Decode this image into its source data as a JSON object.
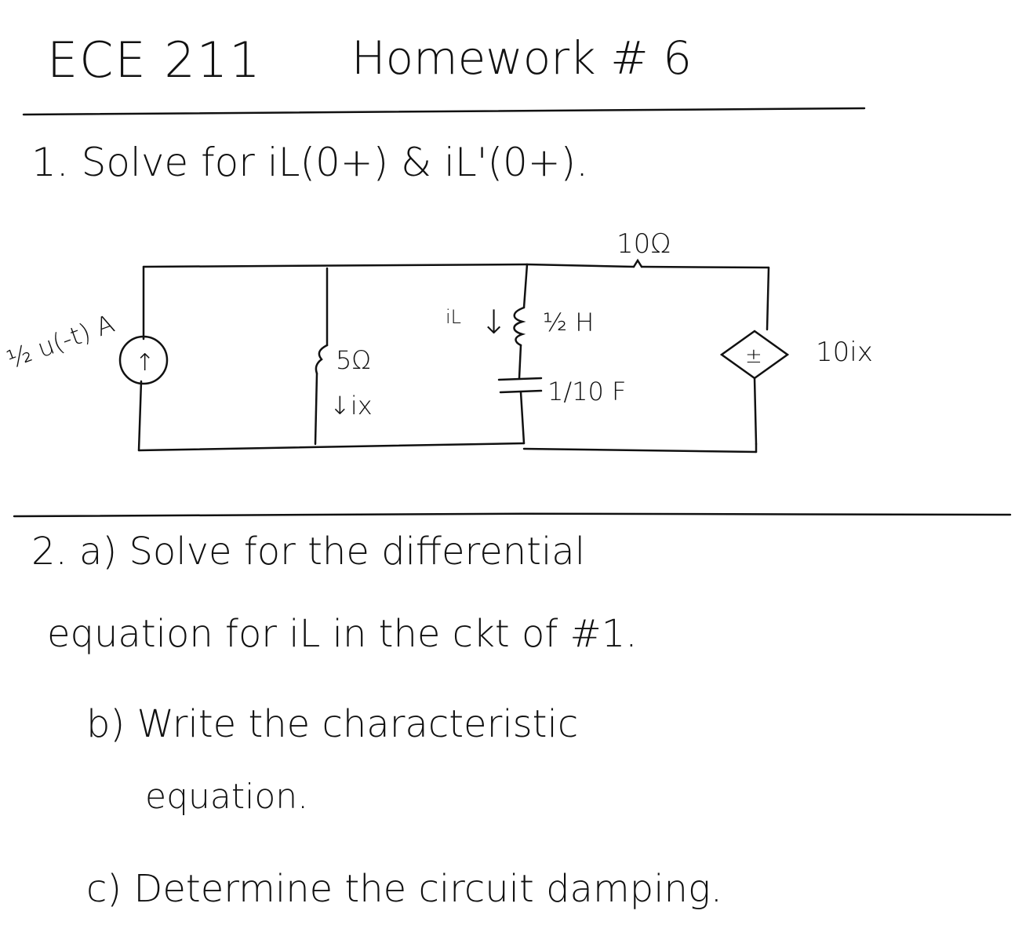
{
  "header": {
    "course": "ECE 211",
    "title": "Homework # 6"
  },
  "problem1": {
    "text": "1. Solve for iL(0+) & iL'(0+)."
  },
  "circuit": {
    "source_label": "½ u(-t) A",
    "r5_label": "5Ω",
    "ix_label": "↓ix",
    "il_label": "iL",
    "inductor_label": "½ H",
    "capacitor_label": "1/10 F",
    "r10_label": "10Ω",
    "dep_source_label": "10ix",
    "dep_source_sign": "±",
    "arrow_up": "↑",
    "arrow_down": "↓"
  },
  "problem2": {
    "a_line1": "2. a) Solve for the differential",
    "a_line2": "equation for iL in the ckt of #1.",
    "b_line1": "b) Write the characteristic",
    "b_line2": "equation.",
    "c_line1": "c) Determine the circuit damping."
  }
}
